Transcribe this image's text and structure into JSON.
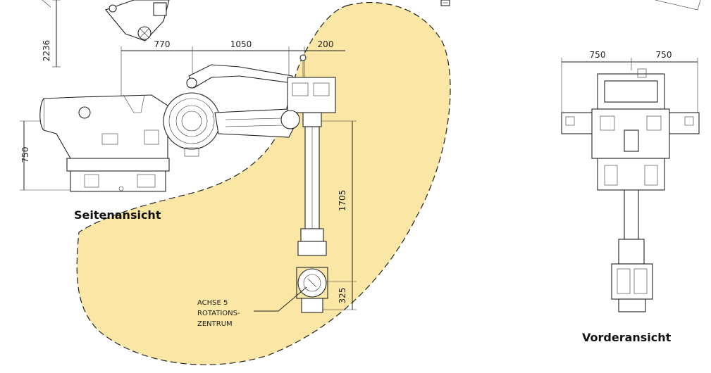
{
  "views": {
    "side_title": "Seitenansicht",
    "front_title": "Vorderansicht"
  },
  "dimensions": {
    "d2236": "2236",
    "d770": "770",
    "d1050": "1050",
    "d200": "200",
    "d750_left": "750",
    "d1705": "1705",
    "d325": "325",
    "front_left": "750",
    "front_right": "750"
  },
  "annotation": {
    "line1": "ACHSE 5",
    "line2": "ROTATIONS-",
    "line3": "ZENTRUM"
  },
  "colors": {
    "workspace_fill": "#fbe7a5",
    "line": "#222222",
    "background": "#ffffff"
  }
}
